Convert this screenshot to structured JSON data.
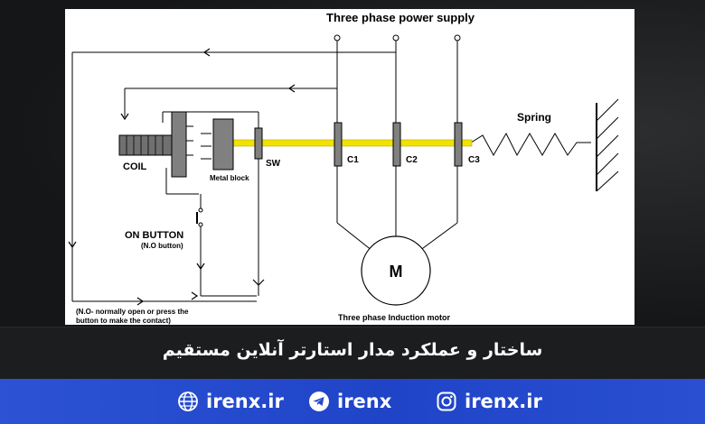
{
  "diagram": {
    "title": "Three phase power supply",
    "labels": {
      "coil": "COIL",
      "metal_block": "Metal block",
      "sw": "SW",
      "c1": "C1",
      "c2": "C2",
      "c3": "C3",
      "spring": "Spring",
      "on_button": "ON BUTTON",
      "no_button": "(N.O button)",
      "motor_symbol": "M",
      "motor": "Three phase Induction motor",
      "note_line1": "(N.O- normally open or press the",
      "note_line2": "button to make the contact)"
    }
  },
  "caption": "ساختار و عملکرد مدار استارتر آنلاین مستقیم",
  "footer": {
    "website": "irenx.ir",
    "telegram": "irenx",
    "instagram": "irenx.ir"
  },
  "colors": {
    "yellow_rod": "#f2e200",
    "component_gray": "#808080",
    "footer_blue": "#2548cf"
  }
}
